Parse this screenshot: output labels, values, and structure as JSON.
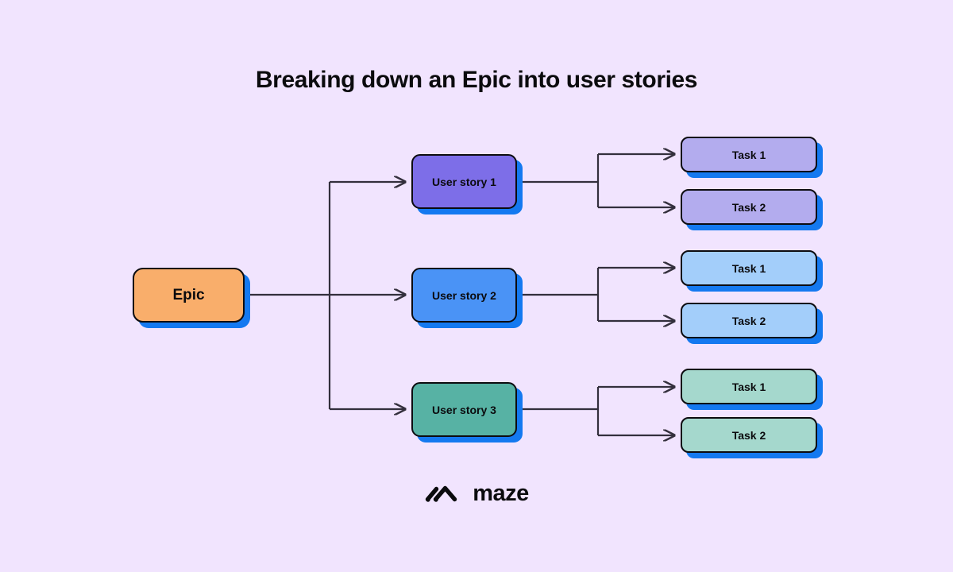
{
  "page": {
    "background_color": "#F1E4FE",
    "title": "Breaking down an Epic into user stories"
  },
  "diagram": {
    "type": "tree",
    "root": {
      "id": "epic",
      "label": "Epic",
      "fill_color": "#F9AE6B",
      "shadow_color": "#1479F0",
      "border_color": "#0C0C10"
    },
    "connector_color": "#332F3C",
    "branches": [
      {
        "id": "user-story-1",
        "label": "User story 1",
        "fill_color": "#7D6EE8",
        "tasks": [
          {
            "id": "us1-task-1",
            "label": "Task 1",
            "fill_color": "#B3ACEE"
          },
          {
            "id": "us1-task-2",
            "label": "Task 2",
            "fill_color": "#B3ACEE"
          }
        ]
      },
      {
        "id": "user-story-2",
        "label": "User story 2",
        "fill_color": "#4A93F6",
        "tasks": [
          {
            "id": "us2-task-1",
            "label": "Task 1",
            "fill_color": "#A3CEFA"
          },
          {
            "id": "us2-task-2",
            "label": "Task 2",
            "fill_color": "#A3CEFA"
          }
        ]
      },
      {
        "id": "user-story-3",
        "label": "User story 3",
        "fill_color": "#57B2A4",
        "tasks": [
          {
            "id": "us3-task-1",
            "label": "Task 1",
            "fill_color": "#A5D8CD"
          },
          {
            "id": "us3-task-2",
            "label": "Task 2",
            "fill_color": "#A5D8CD"
          }
        ]
      }
    ]
  },
  "footer": {
    "logo_icon": "maze-logo-icon",
    "brand": "maze"
  }
}
